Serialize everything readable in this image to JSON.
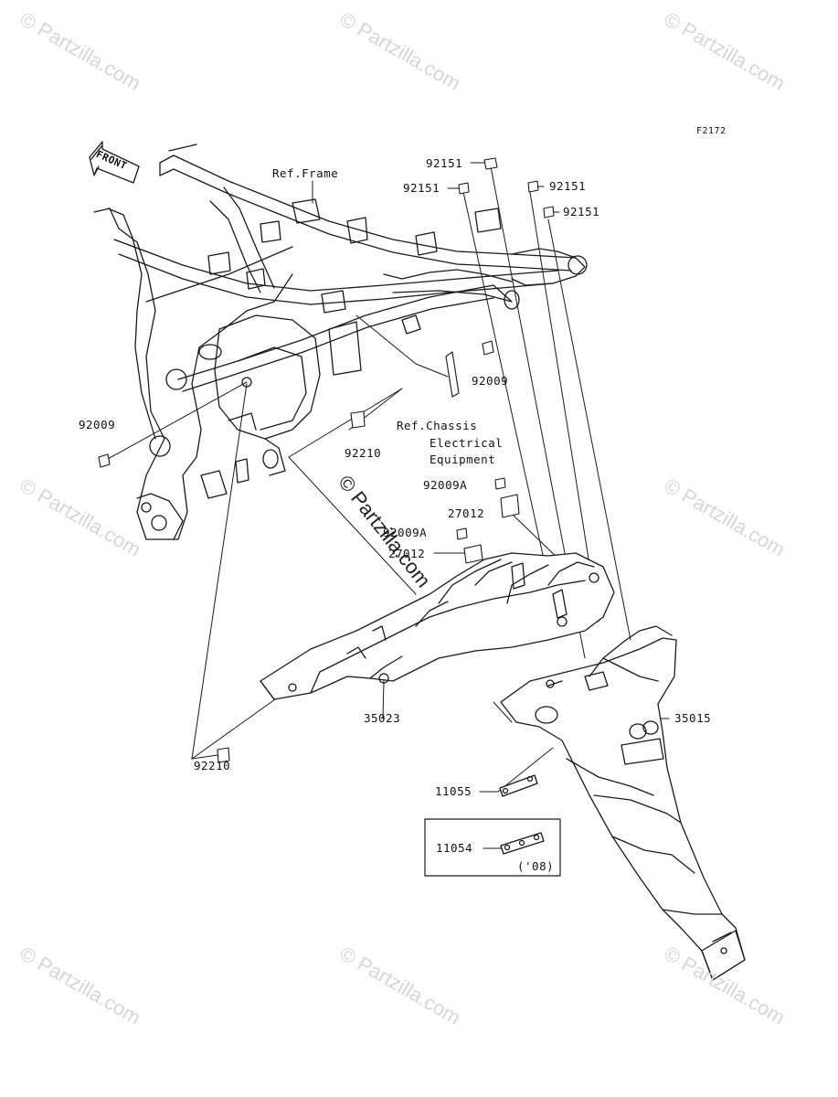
{
  "diagram_code": "F2172",
  "front_label": "FRONT",
  "watermark": "© Partzilla.com",
  "references": {
    "frame": "Ref.Frame",
    "chassis_line1": "Ref.Chassis",
    "chassis_line2": "Electrical",
    "chassis_line3": "Equipment"
  },
  "parts": {
    "p92151_a": "92151",
    "p92151_b": "92151",
    "p92151_c": "92151",
    "p92151_d": "92151",
    "p92009_a": "92009",
    "p92009_b": "92009",
    "p92210_a": "92210",
    "p92210_b": "92210",
    "p92009A_a": "92009A",
    "p92009A_b": "92009A",
    "p27012_a": "27012",
    "p27012_b": "27012",
    "p35023": "35023",
    "p35015": "35015",
    "p11055": "11055",
    "p11054": "11054",
    "year_note": "('08)"
  },
  "colors": {
    "line": "#1a1a1a",
    "watermark": "#d6d6d6",
    "background": "#ffffff"
  }
}
